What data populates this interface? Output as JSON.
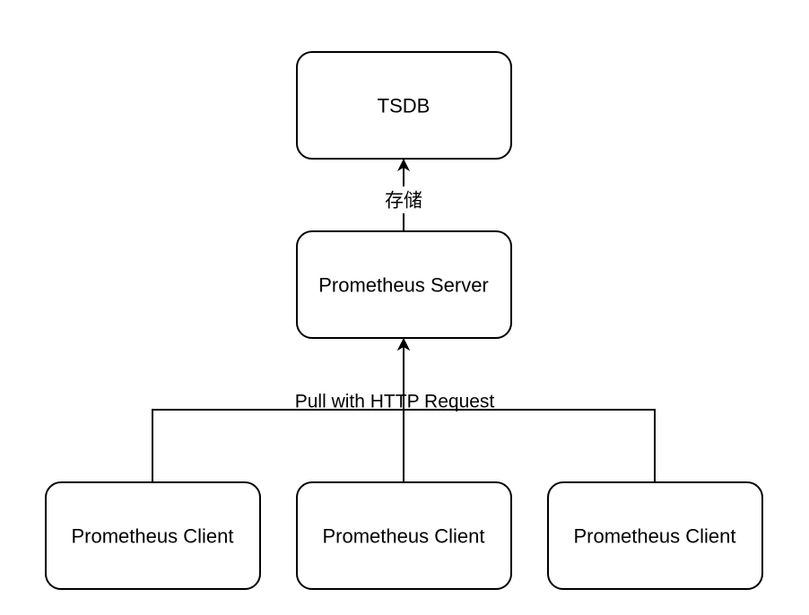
{
  "nodes": {
    "tsdb": {
      "label": "TSDB"
    },
    "server": {
      "label": "Prometheus Server"
    },
    "client_left": {
      "label": "Prometheus Client"
    },
    "client_middle": {
      "label": "Prometheus Client"
    },
    "client_right": {
      "label": "Prometheus Client"
    }
  },
  "edges": {
    "store": {
      "label": "存储"
    },
    "pull": {
      "label": "Pull with HTTP Request"
    }
  },
  "colors": {
    "stroke": "#000000",
    "fill": "#ffffff"
  }
}
